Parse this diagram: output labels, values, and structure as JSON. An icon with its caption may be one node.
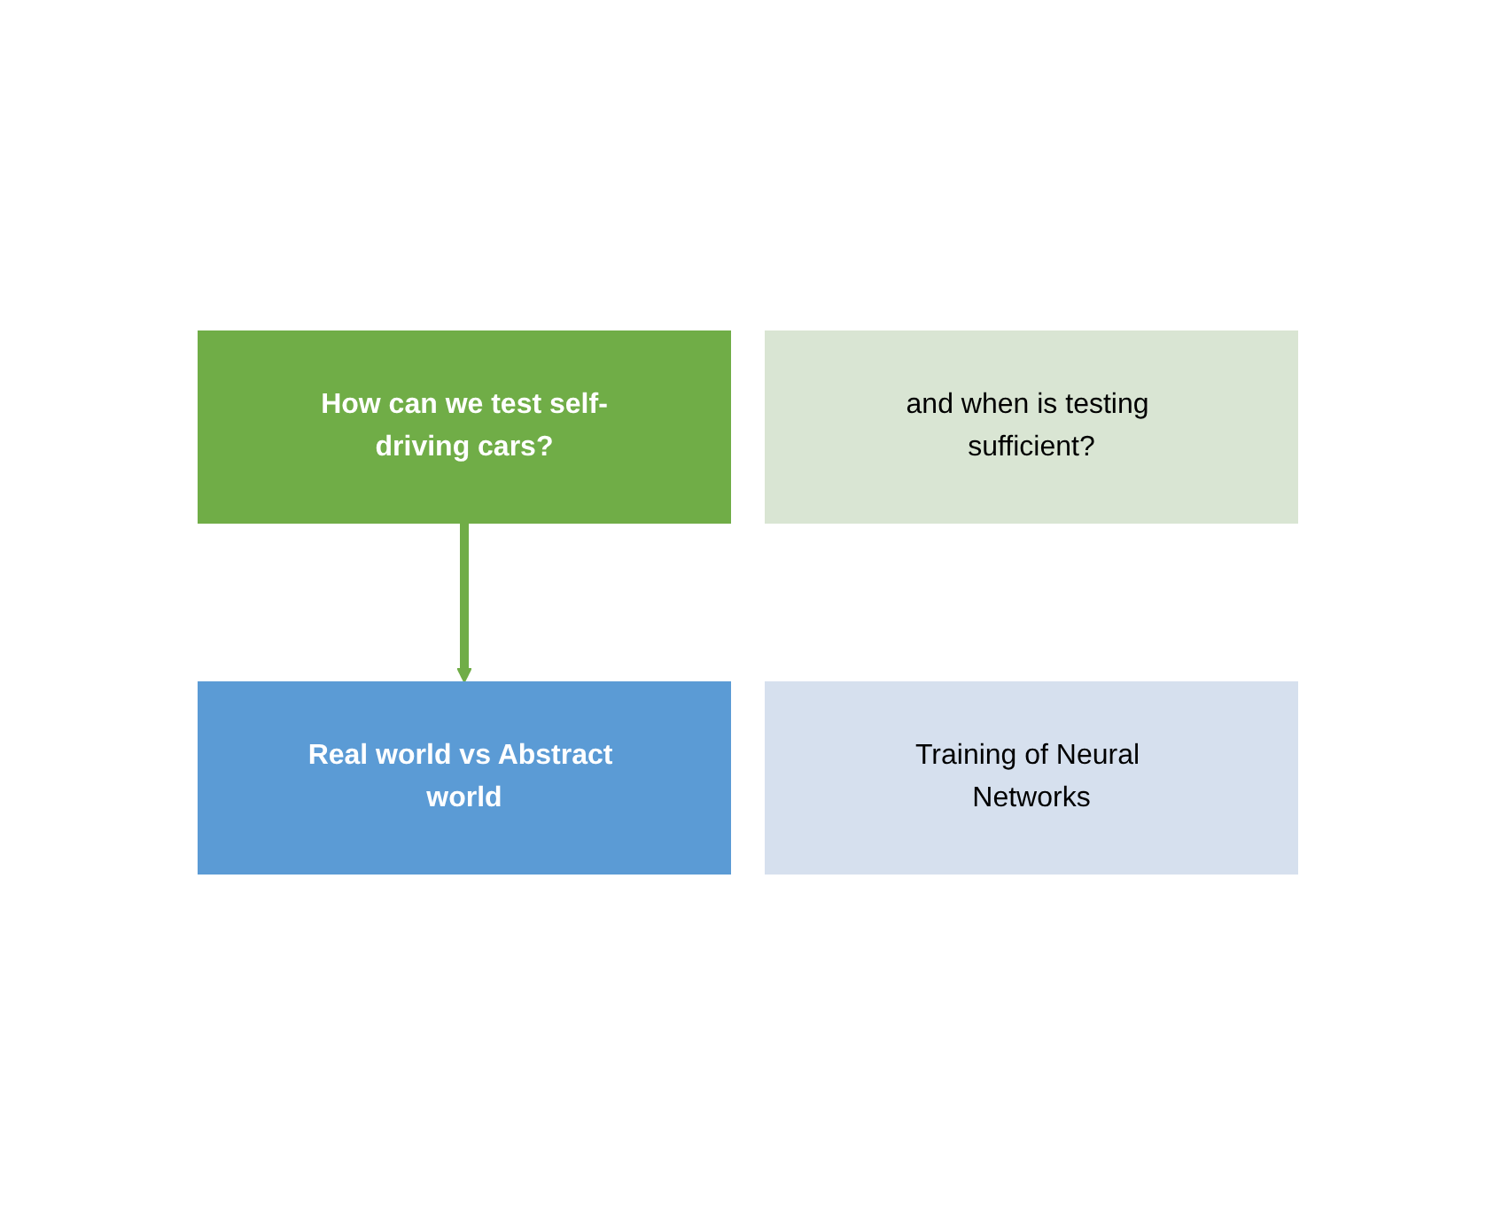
{
  "diagram": {
    "nodes": [
      {
        "text": [
          "How can we test self-driving cars?"
        ]
      },
      {
        "text": [
          "and when is testing sufficient?"
        ]
      },
      {
        "text": [
          "Real world vs Abstract world"
        ]
      },
      {
        "text": [
          "Training of Neural Networks"
        ]
      }
    ],
    "edges": [
      {
        "from": 0,
        "to": 2,
        "arrow": "to",
        "color": "#70ad47"
      }
    ]
  }
}
